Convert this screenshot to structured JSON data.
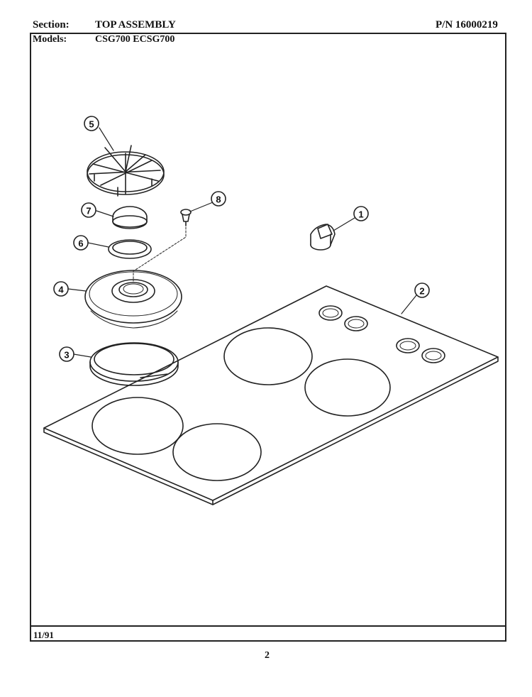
{
  "header": {
    "section_label": "Section:",
    "section_value": "TOP ASSEMBLY",
    "pn": "P/N 16000219",
    "models_label": "Models:",
    "models_value": "CSG700  ECSG700"
  },
  "footer": {
    "date": "11/91",
    "page_number": "2"
  },
  "callouts": [
    {
      "id": "callout-1",
      "label": "1"
    },
    {
      "id": "callout-2",
      "label": "2"
    },
    {
      "id": "callout-3",
      "label": "3"
    },
    {
      "id": "callout-4",
      "label": "4"
    },
    {
      "id": "callout-5",
      "label": "5"
    },
    {
      "id": "callout-6",
      "label": "6"
    },
    {
      "id": "callout-7",
      "label": "7"
    },
    {
      "id": "callout-8",
      "label": "8"
    }
  ]
}
